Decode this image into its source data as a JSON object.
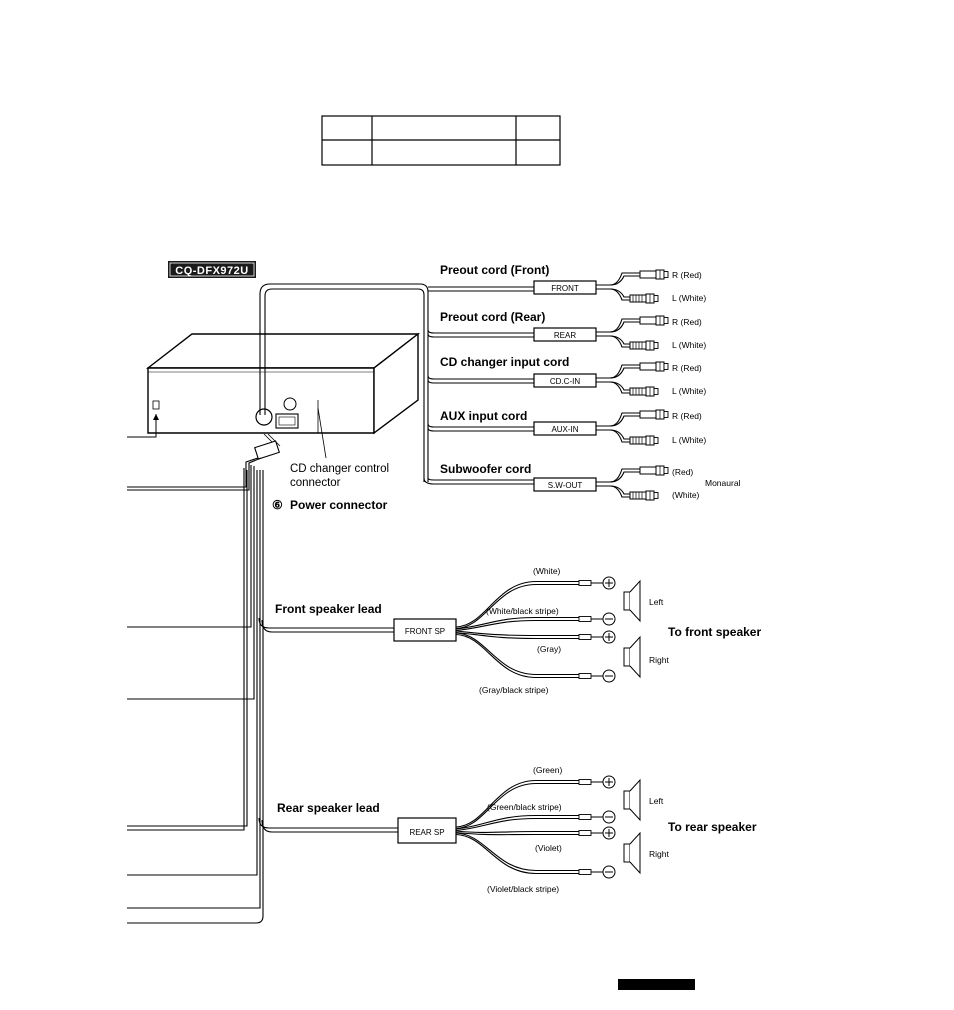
{
  "model_label": "CQ-DFX972U",
  "preout_front": {
    "title": "Preout cord (Front)",
    "box": "FRONT",
    "r": "R (Red)",
    "l": "L (White)"
  },
  "preout_rear": {
    "title": "Preout cord (Rear)",
    "box": "REAR",
    "r": "R (Red)",
    "l": "L (White)"
  },
  "cd_changer": {
    "title": "CD changer input cord",
    "box": "CD.C-IN",
    "r": "R (Red)",
    "l": "L (White)"
  },
  "aux": {
    "title": "AUX input cord",
    "box": "AUX-IN",
    "r": "R (Red)",
    "l": "L (White)"
  },
  "subwoofer": {
    "title": "Subwoofer cord",
    "box": "S.W-OUT",
    "r": "(Red)",
    "l": "(White)",
    "note": "Monaural"
  },
  "cd_control": {
    "line1": "CD changer control",
    "line2": "connector"
  },
  "power_connector": {
    "number": "⑥",
    "label": "Power connector"
  },
  "front_sp": {
    "title": "Front speaker lead",
    "box": "FRONT SP",
    "wire1": "(White)",
    "wire2": "(White/black stripe)",
    "wire3": "(Gray)",
    "wire4": "(Gray/black stripe)",
    "left": "Left",
    "right": "Right",
    "dest": "To front speaker"
  },
  "rear_sp": {
    "title": "Rear speaker lead",
    "box": "REAR SP",
    "wire1": "(Green)",
    "wire2": "(Green/black stripe)",
    "wire3": "(Violet)",
    "wire4": "(Violet/black stripe)",
    "left": "Left",
    "right": "Right",
    "dest": "To rear speaker"
  },
  "symbols": {
    "plus": "+",
    "minus": "−"
  }
}
